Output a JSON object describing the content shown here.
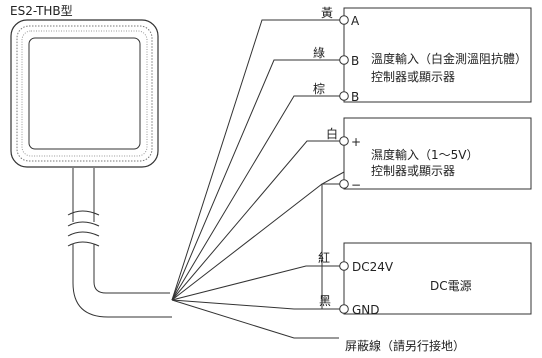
{
  "device": {
    "model": "ES2-THB型"
  },
  "wires": [
    {
      "color_label": "黃",
      "terminal": "A"
    },
    {
      "color_label": "綠",
      "terminal": "B"
    },
    {
      "color_label": "棕",
      "terminal": "B"
    },
    {
      "color_label": "白",
      "terminal": "+"
    },
    {
      "color_label": "",
      "terminal": "−"
    },
    {
      "color_label": "紅",
      "terminal": "DC24V"
    },
    {
      "color_label": "黑",
      "terminal": "GND"
    }
  ],
  "boxes": {
    "temperature": {
      "line1": "溫度輸入（白金測溫阻抗體）",
      "line2": "控制器或顯示器"
    },
    "humidity": {
      "line1": "濕度輸入（1～5V）",
      "line2": "控制器或顯示器"
    },
    "power": {
      "label": "DC電源"
    }
  },
  "shield": {
    "label": "屏蔽線（請另行接地）"
  }
}
